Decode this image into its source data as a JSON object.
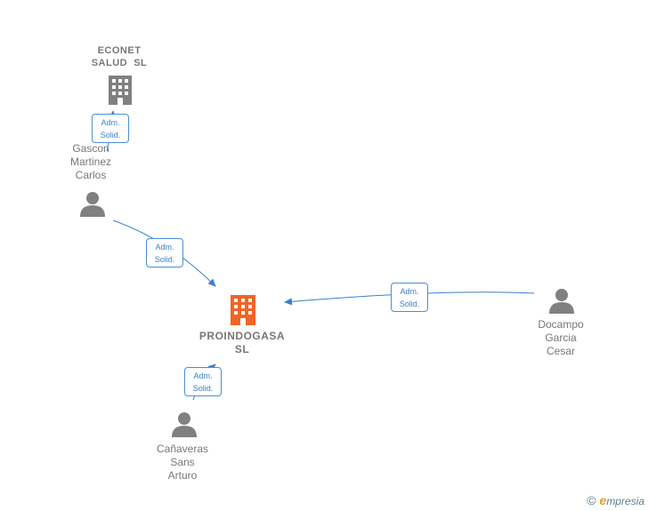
{
  "nodes": {
    "econet": {
      "label_line1": "ECONET",
      "label_line2": "SALUD  SL",
      "type": "company",
      "color": "#808080"
    },
    "proindogasa": {
      "label_line1": "PROINDOGASA",
      "label_line2": "SL",
      "type": "company",
      "color": "#f26522"
    },
    "gascon": {
      "label_line1": "Gascon",
      "label_line2": "Martinez",
      "label_line3": "Carlos",
      "type": "person",
      "color": "#808080"
    },
    "docampo": {
      "label_line1": "Docampo",
      "label_line2": "Garcia",
      "label_line3": "Cesar",
      "type": "person",
      "color": "#808080"
    },
    "canaveras": {
      "label_line1": "Cañaveras",
      "label_line2": "Sans",
      "label_line3": "Arturo",
      "type": "person",
      "color": "#808080"
    }
  },
  "relations": [
    {
      "from": "gascon",
      "to": "econet",
      "line1": "Adm.",
      "line2": "Solid."
    },
    {
      "from": "gascon",
      "to": "proindogasa",
      "line1": "Adm.",
      "line2": "Solid."
    },
    {
      "from": "docampo",
      "to": "proindogasa",
      "line1": "Adm.",
      "line2": "Solid."
    },
    {
      "from": "canaveras",
      "to": "proindogasa",
      "line1": "Adm.",
      "line2": "Solid."
    }
  ],
  "colors": {
    "edge": "#3a80cc"
  },
  "footer": {
    "copyright": "©",
    "brand_initial": "e",
    "brand_rest": "mpresia"
  }
}
